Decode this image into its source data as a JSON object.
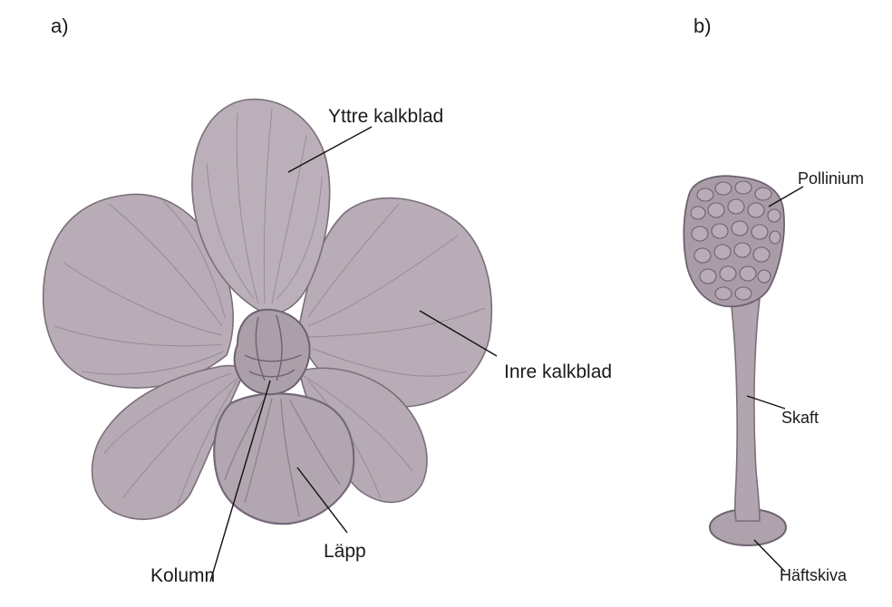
{
  "panels": {
    "a": "a)",
    "b": "b)"
  },
  "flower_labels": {
    "outer_tepal": "Yttre kalkblad",
    "inner_tepal": "Inre kalkblad",
    "column": "Kolumn",
    "lip": "Läpp"
  },
  "pollinium_labels": {
    "pollinium": "Pollinium",
    "stalk": "Skaft",
    "adhesive_disc": "Häftskiva"
  },
  "colors": {
    "petal_fill": "#b4a8b2",
    "petal_fill_light": "#bbb0b9",
    "petal_vein": "#8f8390",
    "outline": "#7b6f7a",
    "pollinium_fill": "#a99ca7",
    "leader_line": "#111111"
  }
}
